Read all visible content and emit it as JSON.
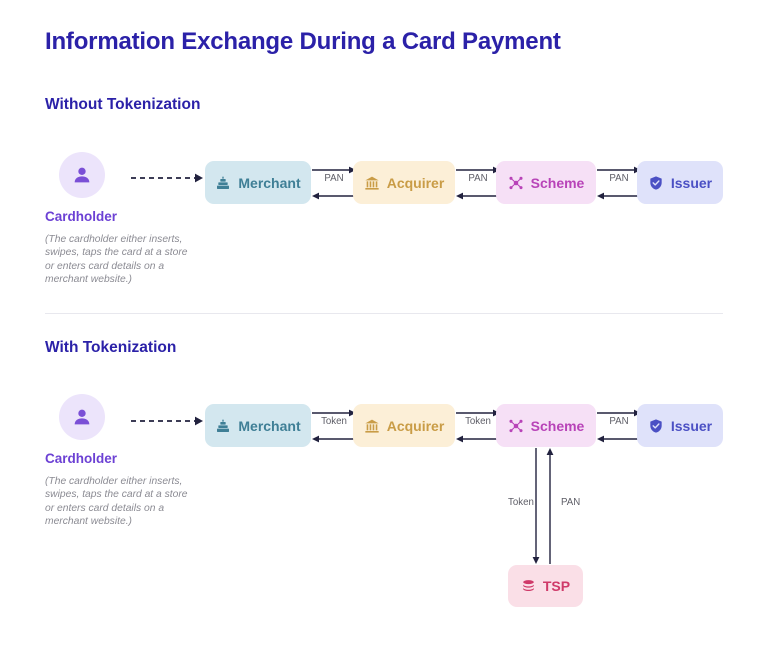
{
  "page": {
    "title": "Information Exchange During a Card Payment"
  },
  "sections": [
    {
      "heading": "Without Tokenization",
      "cardholder": {
        "icon": "person-icon",
        "label": "Cardholder",
        "note": "(The cardholder either inserts, swipes, taps the card at a store or enters card details on a merchant website.)"
      },
      "nodes": [
        {
          "id": "merchant",
          "label": "Merchant",
          "icon": "cash-register-icon"
        },
        {
          "id": "acquirer",
          "label": "Acquirer",
          "icon": "bank-icon"
        },
        {
          "id": "scheme",
          "label": "Scheme",
          "icon": "network-hub-icon"
        },
        {
          "id": "issuer",
          "label": "Issuer",
          "icon": "shield-check-icon"
        }
      ],
      "connectors": [
        {
          "id": "merchant-acquirer",
          "label": "PAN"
        },
        {
          "id": "acquirer-scheme",
          "label": "PAN"
        },
        {
          "id": "scheme-issuer",
          "label": "PAN"
        }
      ]
    },
    {
      "heading": "With Tokenization",
      "cardholder": {
        "icon": "person-icon",
        "label": "Cardholder",
        "note": "(The cardholder either inserts, swipes, taps the card at a store or enters card details on a merchant website.)"
      },
      "nodes": [
        {
          "id": "merchant",
          "label": "Merchant",
          "icon": "cash-register-icon"
        },
        {
          "id": "acquirer",
          "label": "Acquirer",
          "icon": "bank-icon"
        },
        {
          "id": "scheme",
          "label": "Scheme",
          "icon": "network-hub-icon"
        },
        {
          "id": "issuer",
          "label": "Issuer",
          "icon": "shield-check-icon"
        }
      ],
      "connectors": [
        {
          "id": "merchant-acquirer",
          "label": "Token"
        },
        {
          "id": "acquirer-scheme",
          "label": "Token"
        },
        {
          "id": "scheme-issuer",
          "label": "PAN"
        }
      ],
      "tsp": {
        "id": "tsp",
        "label": "TSP",
        "icon": "database-icon",
        "down_label": "Token",
        "up_label": "PAN"
      }
    }
  ],
  "colors": {
    "title": "#2b21a8",
    "merchant_bg": "#d3e7ef",
    "merchant_fg": "#3f7f96",
    "acquirer_bg": "#fcefd7",
    "acquirer_fg": "#c99c46",
    "scheme_bg": "#f6e0f6",
    "scheme_fg": "#b843b8",
    "issuer_bg": "#dfe2fa",
    "issuer_fg": "#4b50c4",
    "tsp_bg": "#fadfe7",
    "tsp_fg": "#cf3a69",
    "avatar_bg": "#ece4fb",
    "avatar_fg": "#7a4fd6",
    "cardholder_fg": "#6c41d4",
    "note_fg": "#8b8b93",
    "arrow": "#22223f",
    "connector_label": "#5d5d66",
    "divider": "#e8e8ee"
  }
}
